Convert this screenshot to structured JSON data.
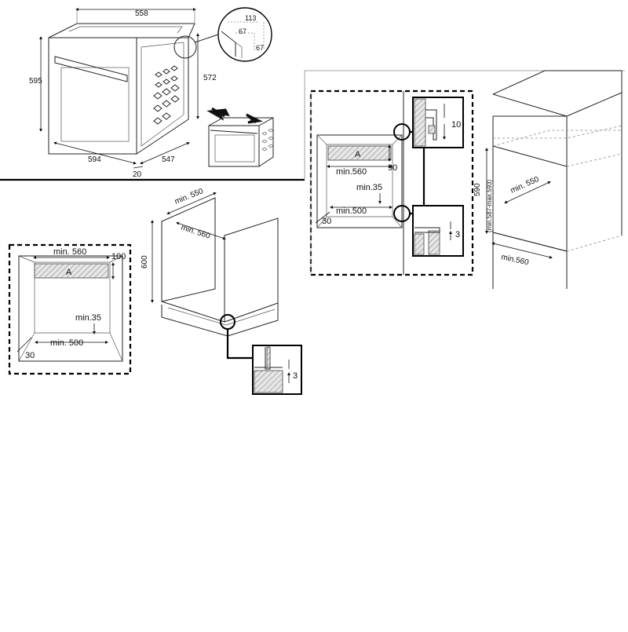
{
  "oven_view": {
    "dims": {
      "width_top": "558",
      "height_front": "595",
      "depth_side": "572",
      "width_front": "594",
      "depth_bottom": "547",
      "door_gap": "20"
    },
    "detail": {
      "outer": "113",
      "inner_h": "67",
      "inner_v": "67"
    }
  },
  "cabinet_panel": {
    "label_area": "A",
    "min_width": "min.560",
    "height_90": "90",
    "min_35": "min.35",
    "min_500": "min.500",
    "offset_30": "30",
    "detail_top_value": "10",
    "detail_bottom_value": "3"
  },
  "cabinet_3d": {
    "depth": "590",
    "depth_range": "(min.587-max.593)",
    "min_550": "min. 550",
    "min_560": "min.560"
  },
  "under_counter_3d": {
    "min_550": "min. 550",
    "min_560": "min. 560",
    "height": "600",
    "detail_value": "3"
  },
  "left_panel": {
    "min_560": "min. 560",
    "height_100": "100",
    "label_area": "A",
    "min_35": "min.35",
    "min_500": "min. 500",
    "offset_30": "30"
  }
}
